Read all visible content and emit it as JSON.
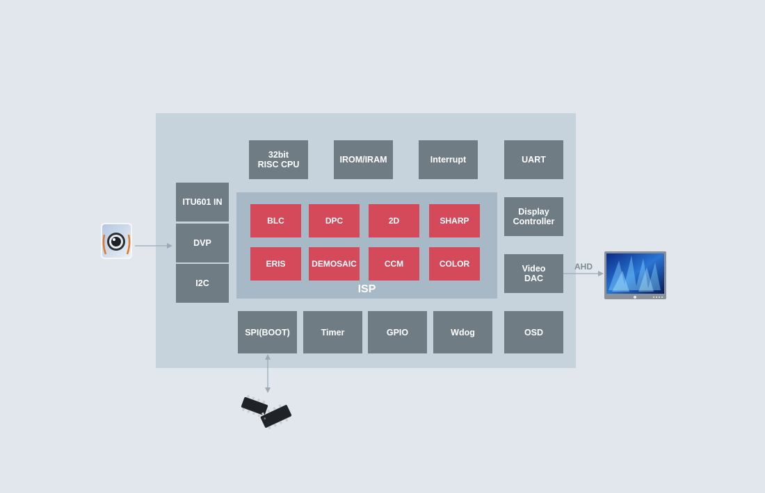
{
  "diagram": {
    "top_row": [
      "32bit\nRISC CPU",
      "IROM/IRAM",
      "Interrupt",
      "UART"
    ],
    "left_col": [
      "ITU601 IN",
      "DVP",
      "I2C"
    ],
    "isp": {
      "label": "ISP",
      "row1": [
        "BLC",
        "DPC",
        "2D",
        "SHARP"
      ],
      "row2": [
        "ERIS",
        "DEMOSAIC",
        "CCM",
        "COLOR"
      ]
    },
    "right_col": [
      "Display\nController",
      "Video\nDAC"
    ],
    "bottom_row": [
      "SPI(BOOT)",
      "Timer",
      "GPIO",
      "Wdog",
      "OSD"
    ],
    "output_label": "AHD",
    "colors": {
      "background": "#e1e7ed",
      "chip": "#c7d3dc",
      "block": "#6f7c84",
      "isp_area": "#a7b8c6",
      "isp_block": "#d44a5a",
      "arrow": "#9aaab6"
    },
    "icons": [
      "camera-icon",
      "monitor-icon",
      "flash-chip-icon"
    ]
  }
}
